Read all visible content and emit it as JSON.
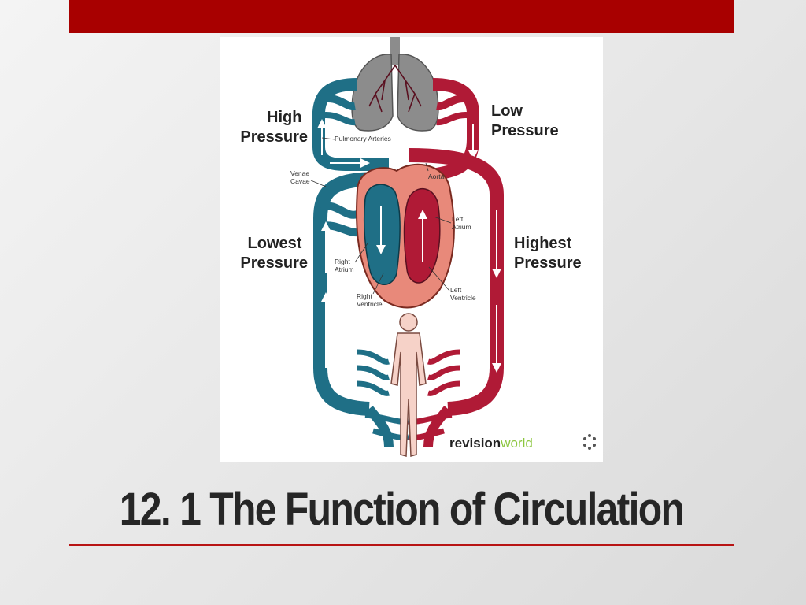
{
  "slide": {
    "title": "12. 1  The Function of Circulation"
  },
  "diagram": {
    "labels": {
      "high_pressure": [
        "High",
        "Pressure"
      ],
      "low_pressure": [
        "Low",
        "Pressure"
      ],
      "lowest_pressure": [
        "Lowest",
        "Pressure"
      ],
      "highest_pressure": [
        "Highest",
        "Pressure"
      ],
      "pulmonary_arteries": "Pulmonary Arteries",
      "venae_cavae": [
        "Venae",
        "Cavae"
      ],
      "aorta": "Aorta",
      "left_atrium": [
        "Left",
        "Atrium"
      ],
      "right_atrium": [
        "Right",
        "Atrium"
      ],
      "right_ventricle": [
        "Right",
        "Ventricle"
      ],
      "left_ventricle": [
        "Left",
        "Ventricle"
      ]
    },
    "brand": {
      "part1": "revision",
      "part2": "world"
    },
    "colors": {
      "deoxygenated": "#1f6f86",
      "oxygenated": "#b01a36",
      "heart": "#e8897a",
      "lungs": "#8c8c8c",
      "body": "#f6d2c8"
    }
  }
}
